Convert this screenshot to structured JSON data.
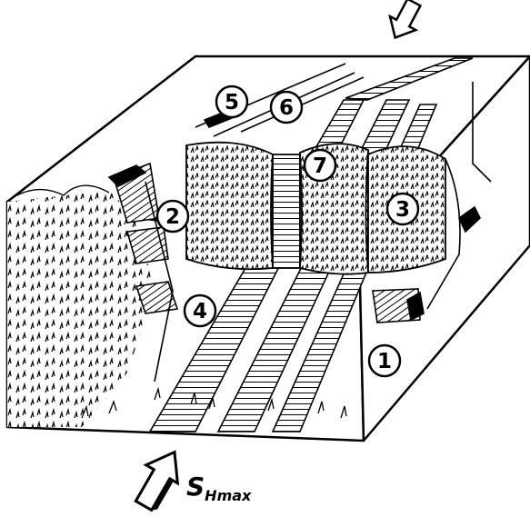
{
  "markers": [
    {
      "id": "marker-5",
      "label": "5"
    },
    {
      "id": "marker-6",
      "label": "6"
    },
    {
      "id": "marker-7",
      "label": "7"
    },
    {
      "id": "marker-2",
      "label": "2"
    },
    {
      "id": "marker-3",
      "label": "3"
    },
    {
      "id": "marker-4",
      "label": "4"
    },
    {
      "id": "marker-1",
      "label": "1"
    }
  ],
  "stress": {
    "symbol": "S",
    "subscript": "Hmax"
  },
  "colors": {
    "ink": "#000000",
    "paper": "#ffffff"
  }
}
